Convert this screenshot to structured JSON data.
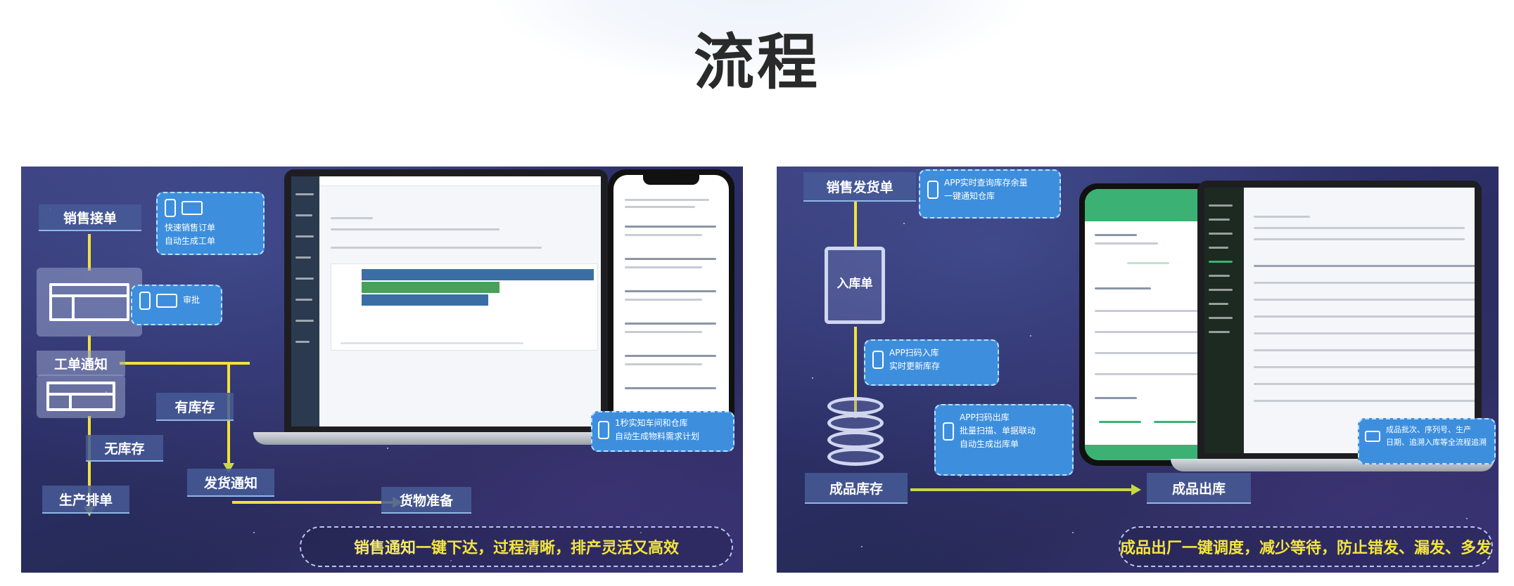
{
  "page": {
    "title": "流程"
  },
  "left_panel": {
    "labels": {
      "sales_order": "销售接单",
      "work_order_notice": "工单通知",
      "in_stock": "有库存",
      "out_of_stock": "无库存",
      "production_schedule": "生产排单",
      "shipping_notice": "发货通知",
      "goods_prep": "货物准备"
    },
    "bubbles": {
      "top_line1": "快速销售订单",
      "top_line2": "自动生成工单",
      "mid_text": "审批",
      "phone_line1": "1秒实知车间和仓库",
      "phone_line2": "自动生成物料需求计划"
    },
    "slogan": {
      "part1": "销售通知",
      "part2": "一键下达，过程清晰，排产灵活又高效"
    }
  },
  "right_panel": {
    "labels": {
      "sales_delivery": "销售发货单",
      "inbound_sheet": "入库单",
      "finished_stock": "成品库存",
      "finished_outbound": "成品出库"
    },
    "bubbles": {
      "top_line1": "APP实时查询库存余量",
      "top_line2": "一键通知仓库",
      "mid_line1": "APP扫码入库",
      "mid_line2": "实时更新库存",
      "lower_line1": "APP扫码出库",
      "lower_line2": "批量扫描、单据联动",
      "lower_line3": "自动生成出库单",
      "corner_line1": "成品批次、序列号、生产",
      "corner_line2": "日期、追溯入库等全流程追溯"
    },
    "slogan": {
      "text": "成品出厂一键调度，减少等待，防止错发、漏发、多发"
    }
  },
  "colors": {
    "accent_yellow": "#f2e23a",
    "bubble_blue": "#3d8fde",
    "panel_bg": "#2c2f66",
    "title": "#2a2a2a"
  }
}
